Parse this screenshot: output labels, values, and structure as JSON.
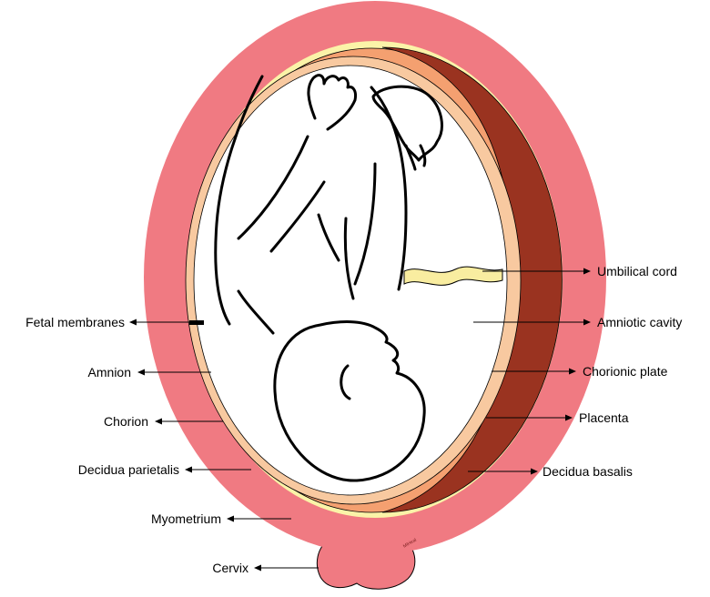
{
  "diagram": {
    "labels": {
      "umbilical_cord": "Umbilical cord",
      "fetal_membranes": "Fetal membranes",
      "amniotic_cavity": "Amniotic cavity",
      "amnion": "Amnion",
      "chorionic_plate": "Chorionic plate",
      "chorion": "Chorion",
      "placenta": "Placenta",
      "decidua_parietalis": "Decidua parietalis",
      "decidua_basalis": "Decidua basalis",
      "myometrium": "Myometrium",
      "cervix": "Cervix"
    },
    "signature": "MIHeal",
    "colors": {
      "myometrium": "#f07a82",
      "decidua_parietalis": "#fbf3a8",
      "chorion": "#f4a070",
      "amnion": "#f8c9a0",
      "placenta": "#9a3320",
      "umbilical_cord": "#f9eda0"
    }
  }
}
